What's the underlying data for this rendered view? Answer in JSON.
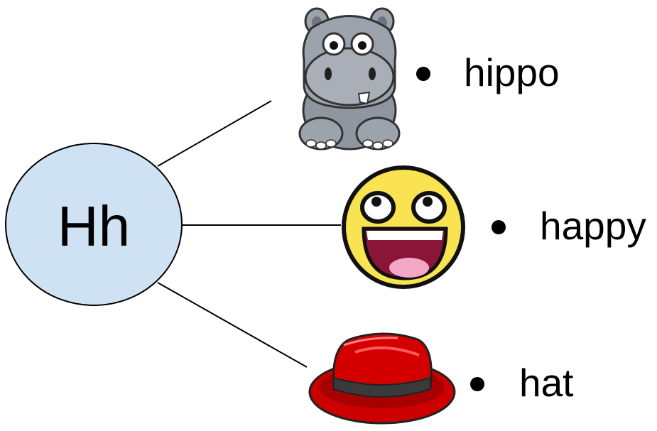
{
  "center": {
    "label": "Hh",
    "fill_color": "#cfe2f3"
  },
  "items": [
    {
      "word": "hippo",
      "icon": "hippo-icon"
    },
    {
      "word": "happy",
      "icon": "happy-face-icon"
    },
    {
      "word": "hat",
      "icon": "red-hat-icon"
    }
  ],
  "colors": {
    "line": "#000000",
    "hippo_body": "#9da3ad",
    "face_yellow": "#f9e351",
    "mouth": "#8a1538",
    "tongue": "#f4a6c6",
    "hat_red": "#cc0000",
    "hat_band": "#3a3a3a"
  }
}
